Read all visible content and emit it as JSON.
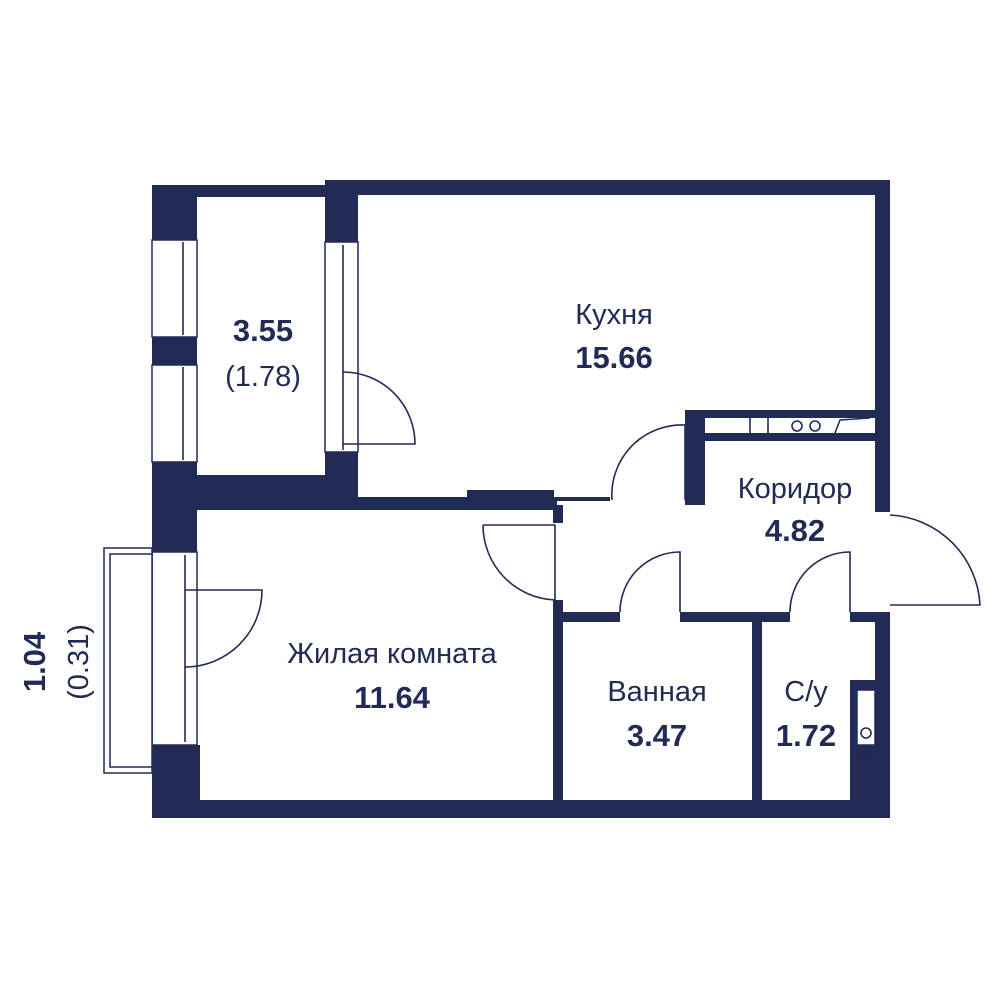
{
  "colors": {
    "wall": "#222a56",
    "background": "#ffffff"
  },
  "rooms": {
    "loggia": {
      "area": "3.55",
      "area_reduced": "(1.78)"
    },
    "kitchen": {
      "name": "Кухня",
      "area": "15.66"
    },
    "corridor": {
      "name": "Коридор",
      "area": "4.82"
    },
    "living": {
      "name": "Жилая комната",
      "area": "11.64"
    },
    "bathroom": {
      "name": "Ванная",
      "area": "3.47"
    },
    "wc": {
      "name": "С/у",
      "area": "1.72"
    },
    "balcony": {
      "area": "1.04",
      "area_reduced": "(0.31)"
    }
  }
}
